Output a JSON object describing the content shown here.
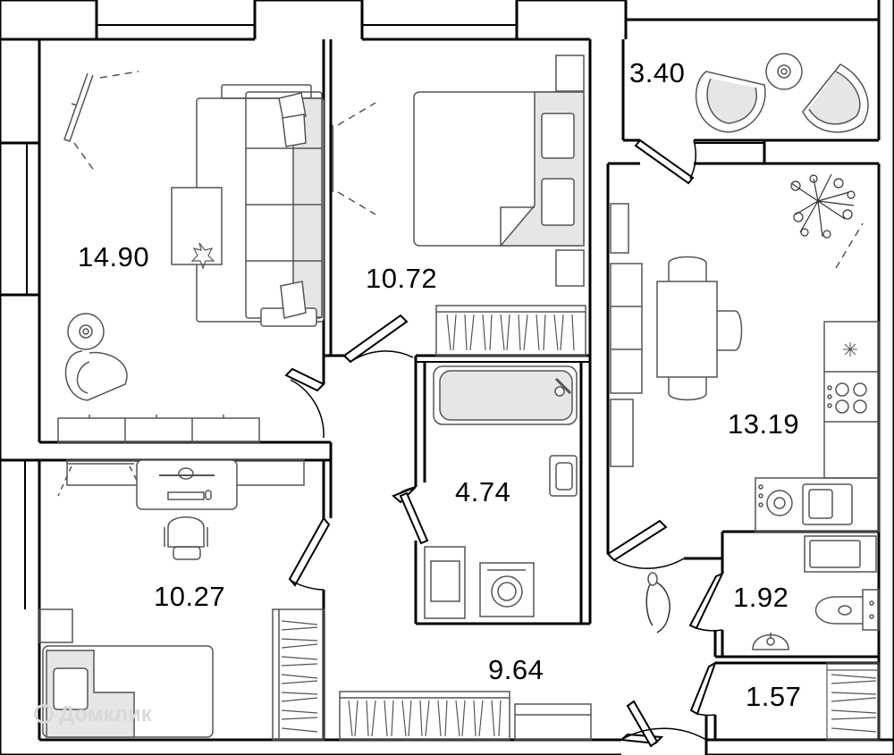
{
  "rooms": [
    {
      "id": "living",
      "area": "14.90"
    },
    {
      "id": "bedroom",
      "area": "10.72"
    },
    {
      "id": "balcony",
      "area": "3.40"
    },
    {
      "id": "kitchen",
      "area": "13.19"
    },
    {
      "id": "bathroom",
      "area": "4.74"
    },
    {
      "id": "children",
      "area": "10.27"
    },
    {
      "id": "hall",
      "area": "9.64"
    },
    {
      "id": "wc",
      "area": "1.92"
    },
    {
      "id": "closet",
      "area": "1.57"
    }
  ],
  "watermark": {
    "text": "Домклик"
  },
  "colors": {
    "wall": "#000000",
    "line": "#555555",
    "fill": "#e6e6e6",
    "watermark": "#d9d9d9"
  }
}
